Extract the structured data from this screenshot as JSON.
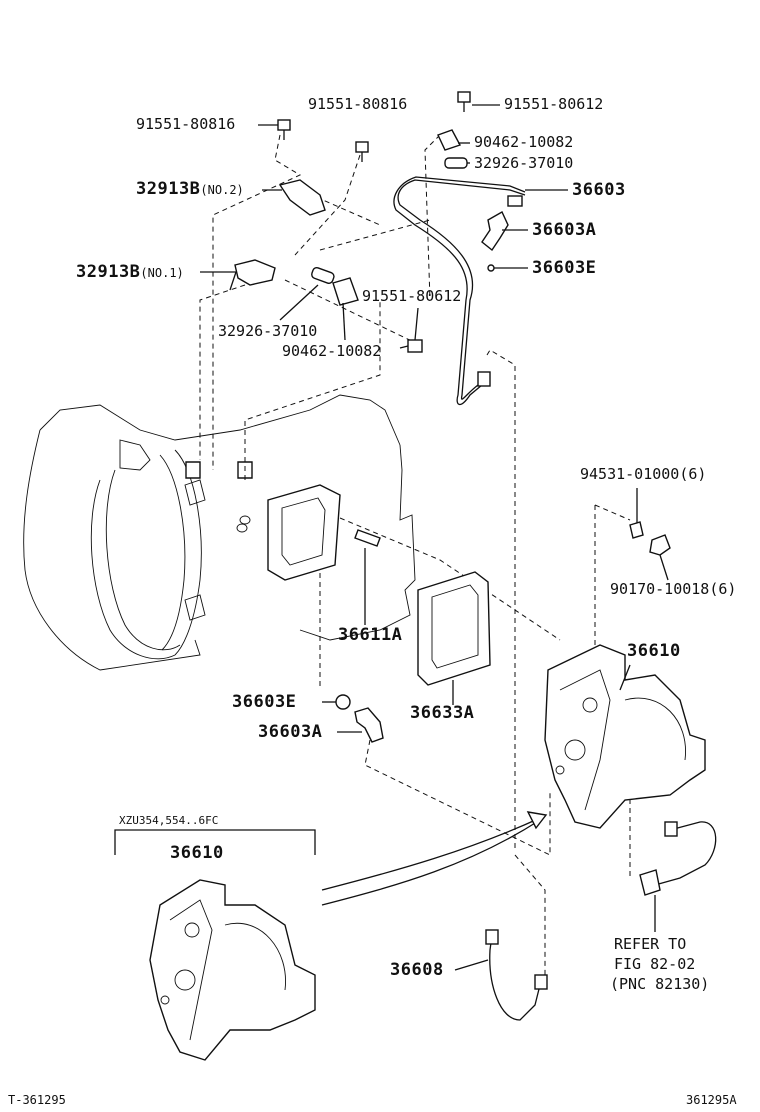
{
  "labels": {
    "p_9155180816_left": "91551-80816",
    "p_9155180816_top": "91551-80816",
    "p_9155180612_top": "91551-80612",
    "p_9046210082_top": "90462-10082",
    "p_3292637010_top": "32926-37010",
    "p_36603": "36603",
    "p_36603A_top": "36603A",
    "p_36603E_top": "36603E",
    "p_32913B_no2_code": "32913B",
    "p_32913B_no2_suffix": "(NO.2)",
    "p_32913B_no1_code": "32913B",
    "p_32913B_no1_suffix": "(NO.1)",
    "p_9155180612_mid": "91551-80612",
    "p_3292637010_mid": "32926-37010",
    "p_9046210082_mid": "90462-10082",
    "p_9453101000": "94531-01000(6)",
    "p_9017010018": "90170-10018(6)",
    "p_36611A": "36611A",
    "p_36610_right": "36610",
    "p_36603E_bottom": "36603E",
    "p_36633A": "36633A",
    "p_36603A_bottom": "36603A",
    "p_xzu_note": "XZU354,554..6FC",
    "p_36610_inset": "36610",
    "p_36608": "36608",
    "p_refer_line1": "REFER TO",
    "p_refer_line2": "FIG 82-02",
    "p_refer_line3": "(PNC 82130)",
    "footer_left": "T-361295",
    "footer_right": "361295A"
  }
}
